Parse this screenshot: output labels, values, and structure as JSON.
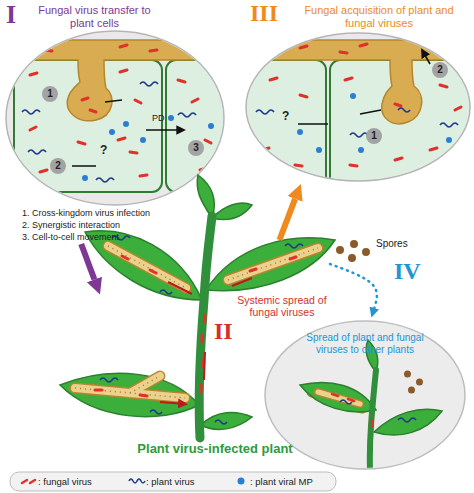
{
  "diagram": {
    "nodes": [
      {
        "text": [
          "I",
          "Fungal virus transfer to plant cells",
          "1. Cross-kingdom virus infection",
          "2. Synergistic interaction",
          "3. Cell-to-cell movement"
        ]
      },
      {
        "text": [
          "1"
        ],
        "in": 0
      },
      {
        "text": [
          "2"
        ],
        "in": 0
      },
      {
        "text": [
          "3"
        ],
        "in": 0
      },
      {
        "text": [
          "III",
          "Fungal acquisition of plant and fungal viruses"
        ]
      },
      {
        "text": [
          "1"
        ],
        "in": 4
      },
      {
        "text": [
          "2"
        ],
        "in": 4
      },
      {
        "text": [
          "Plant virus-infected plant"
        ]
      },
      {
        "text": [
          "Spread of plant and fungal viruses to other plants"
        ]
      }
    ],
    "edges": [
      {
        "from": 0,
        "to": 7,
        "arrow": "to"
      },
      {
        "from": 7,
        "to": 4,
        "arrow": "to"
      },
      {
        "from": 7,
        "to": 8,
        "arrow": "to",
        "label": "IV"
      }
    ],
    "labels": [
      "?",
      "PD",
      "?",
      "Systemic spread of fungal viruses",
      "II",
      "Spores"
    ],
    "legend": [
      {
        "text": ": fungal virus"
      },
      {
        "text": ": plant virus"
      },
      {
        "text": ": plant viral MP"
      }
    ]
  }
}
